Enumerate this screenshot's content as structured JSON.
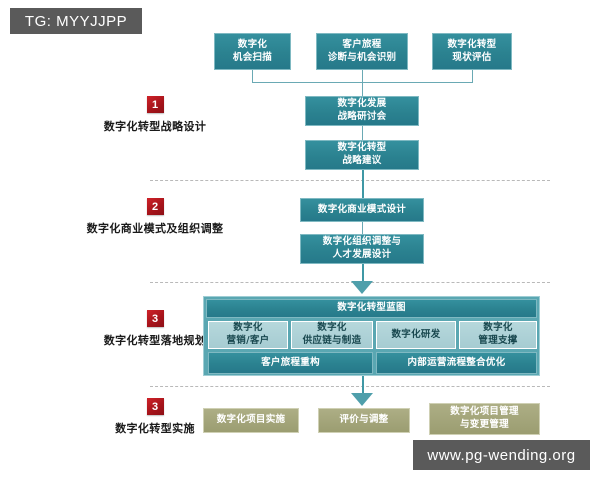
{
  "watermarks": {
    "top_left": "TG: MYYJJPP",
    "bottom_right": "www.pg-wending.org"
  },
  "colors": {
    "teal": "#2b8290",
    "teal_light": "#a6ccd2",
    "panel": "#5aa7b2",
    "olive": "#9b9d71",
    "badge_red": "#b5161d",
    "watermark_grey": "#5a5a5a"
  },
  "sections": [
    {
      "number": "1",
      "label": "数字化转型战略设计"
    },
    {
      "number": "2",
      "label": "数字化商业模式及组织调整"
    },
    {
      "number": "3",
      "label": "数字化转型落地规划"
    },
    {
      "number": "3",
      "label": "数字化转型实施"
    }
  ],
  "row_top": [
    {
      "line1": "数字化",
      "line2": "机会扫描"
    },
    {
      "line1": "客户旅程",
      "line2": "诊断与机会识别"
    },
    {
      "line1": "数字化转型",
      "line2": "现状评估"
    }
  ],
  "stage1": [
    {
      "line1": "数字化发展",
      "line2": "战略研讨会"
    },
    {
      "line1": "数字化转型",
      "line2": "战略建议"
    }
  ],
  "stage2": [
    {
      "line1": "数字化商业模式设计",
      "line2": ""
    },
    {
      "line1": "数字化组织调整与",
      "line2": "人才发展设计"
    }
  ],
  "blueprint": {
    "header": "数字化转型蓝图",
    "pillars": [
      {
        "line1": "数字化",
        "line2": "营销/客户"
      },
      {
        "line1": "数字化",
        "line2": "供应链与制造"
      },
      {
        "line1": "数字化研发",
        "line2": ""
      },
      {
        "line1": "数字化",
        "line2": "管理支撑"
      }
    ],
    "streams": [
      {
        "line1": "客户旅程重构",
        "line2": ""
      },
      {
        "line1": "内部运营流程整合优化",
        "line2": ""
      }
    ]
  },
  "stage4": [
    {
      "line1": "数字化项目实施",
      "line2": ""
    },
    {
      "line1": "评价与调整",
      "line2": ""
    },
    {
      "line1": "数字化项目管理",
      "line2": "与变更管理"
    }
  ]
}
